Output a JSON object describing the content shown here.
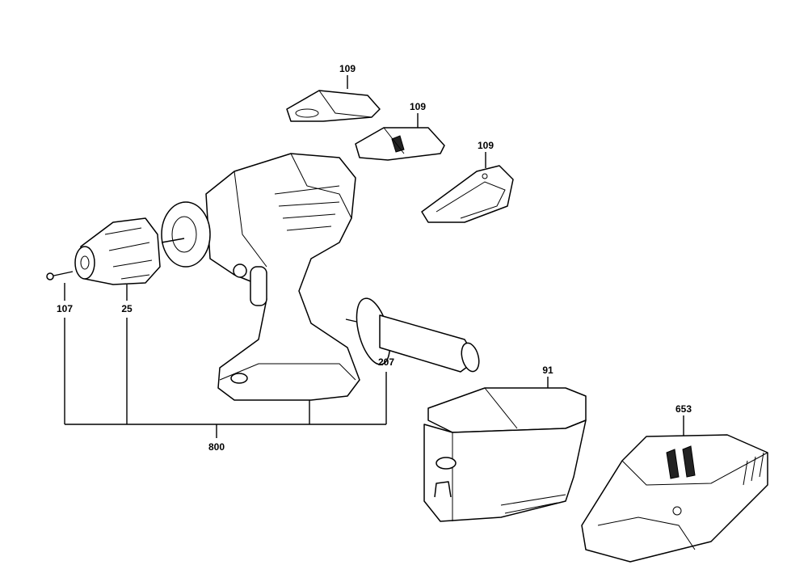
{
  "diagram": {
    "type": "exploded-parts-diagram",
    "parts": [
      {
        "id": "battery-cover-1",
        "number": "109"
      },
      {
        "id": "battery-cover-2",
        "number": "109"
      },
      {
        "id": "battery-cover-3",
        "number": "109"
      },
      {
        "id": "screw",
        "number": "107"
      },
      {
        "id": "chuck",
        "number": "25"
      },
      {
        "id": "drill-assembly",
        "number": "800"
      },
      {
        "id": "auxiliary-handle",
        "number": "207"
      },
      {
        "id": "battery-pack",
        "number": "91"
      },
      {
        "id": "charger",
        "number": "653"
      }
    ]
  }
}
